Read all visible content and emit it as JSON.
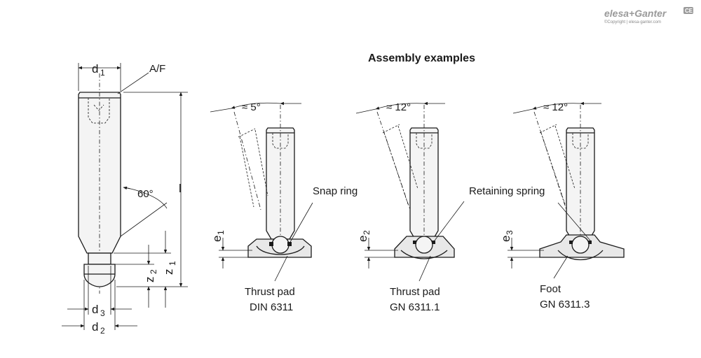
{
  "header": {
    "logo": "elesa+Ganter",
    "logo_badge": "CE",
    "copyright": "©Copyright | elesa-ganter.com"
  },
  "title": "Assembly examples",
  "dimensions": {
    "d1": "d",
    "d1_sub": "1",
    "af": "A/F",
    "angle": "60°",
    "l": "l",
    "z1": "z",
    "z1_sub": "1",
    "z2": "z",
    "z2_sub": "2",
    "d3": "d",
    "d3_sub": "3",
    "d2": "d",
    "d2_sub": "2"
  },
  "examples": [
    {
      "angle": "≈ 5°",
      "e": "e",
      "e_sub": "1",
      "part": "Snap ring",
      "caption1": "Thrust pad",
      "caption2": "DIN 6311"
    },
    {
      "angle": "≈ 12°",
      "e": "e",
      "e_sub": "2",
      "part": "Retaining spring",
      "caption1": "Thrust pad",
      "caption2": "GN 6311.1"
    },
    {
      "angle": "≈ 12°",
      "e": "e",
      "e_sub": "3",
      "part": "",
      "caption1": "Foot",
      "caption2": "GN 6311.3"
    }
  ]
}
